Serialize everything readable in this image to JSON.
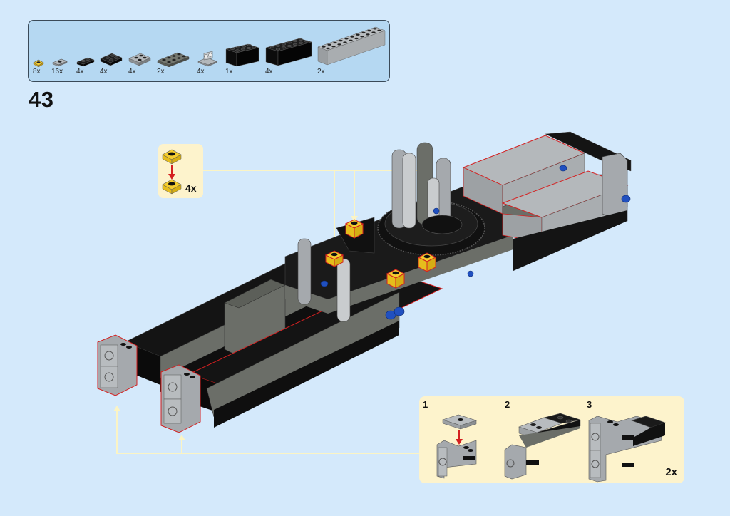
{
  "page": {
    "step_number": "43",
    "background_color": "#d4e9fb"
  },
  "parts_list": {
    "background_color": "#b5d8f2",
    "items": [
      {
        "part": "yellow-1x1-plate",
        "qty": "8x",
        "color": "#f5cd2f"
      },
      {
        "part": "light-gray-1x2-jumper-plate",
        "qty": "16x",
        "color": "#a0a5a9"
      },
      {
        "part": "black-1x2-plate",
        "qty": "4x",
        "color": "#111111"
      },
      {
        "part": "black-2x2-plate",
        "qty": "4x",
        "color": "#111111"
      },
      {
        "part": "light-gray-2x2-plate",
        "qty": "4x",
        "color": "#a0a5a9"
      },
      {
        "part": "dark-gray-2x4-plate",
        "qty": "2x",
        "color": "#6b6e68"
      },
      {
        "part": "light-gray-1x2-2x2-bracket",
        "qty": "4x",
        "color": "#a0a5a9"
      },
      {
        "part": "black-2x4-brick",
        "qty": "1x",
        "color": "#111111"
      },
      {
        "part": "black-2x6-brick",
        "qty": "4x",
        "color": "#111111"
      },
      {
        "part": "light-gray-2x10-brick",
        "qty": "2x",
        "color": "#a0a5a9"
      }
    ]
  },
  "callout_plate": {
    "qty": "4x",
    "background_color": "#fdf3cc",
    "arrow_color": "#d42020",
    "part": "yellow-1x1-plate"
  },
  "subassembly": {
    "background_color": "#fdf3cc",
    "multiplier": "2x",
    "steps": [
      {
        "number": "1"
      },
      {
        "number": "2"
      },
      {
        "number": "3"
      }
    ]
  },
  "callout_line_color": "#fbf4c4",
  "model_colors": {
    "black": "#141414",
    "dark_gray": "#6b6e68",
    "light_gray": "#a5a9ad",
    "blue_pin": "#2050c0",
    "yellow": "#f5cd2f",
    "highlight_outline": "#d42020"
  }
}
